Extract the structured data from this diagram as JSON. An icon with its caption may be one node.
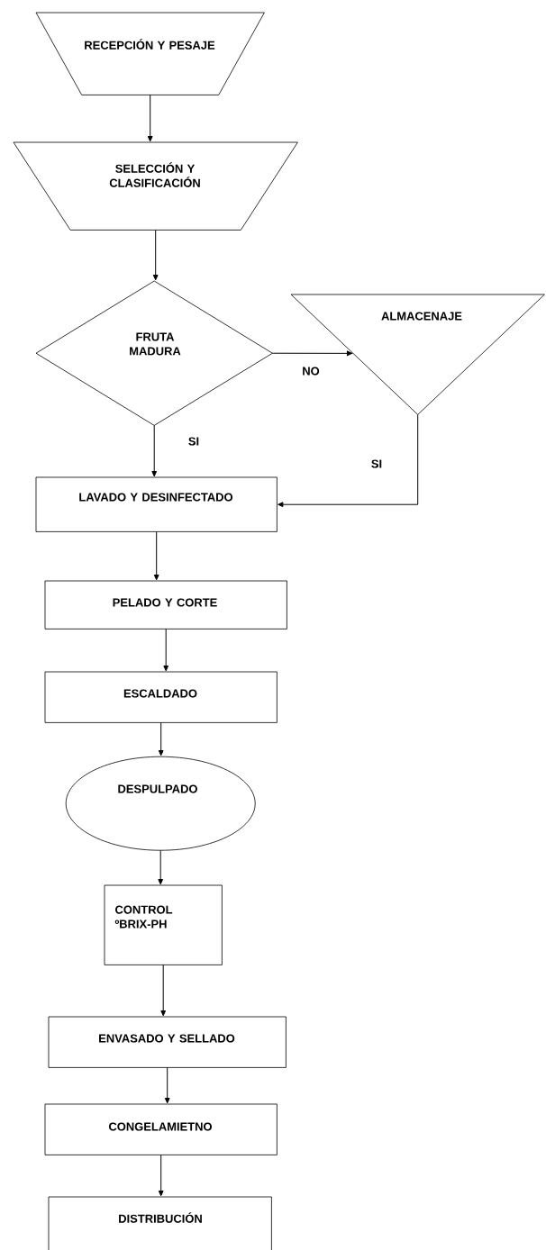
{
  "diagram": {
    "nodes": [
      {
        "text": [
          "RECEPCIÓN Y PESAJE"
        ]
      },
      {
        "text": [
          "SELECCIÓN Y CLASIFICACIÓN"
        ]
      },
      {
        "text": [
          "FRUTA MADURA"
        ]
      },
      {
        "text": [
          "ALMACENAJE"
        ]
      },
      {
        "text": [
          "LAVADO Y DESINFECTADO"
        ]
      },
      {
        "text": [
          "PELADO Y CORTE"
        ]
      },
      {
        "text": [
          "ESCALDADO"
        ]
      },
      {
        "text": [
          "DESPULPADO"
        ]
      },
      {
        "text": [
          "CONTROL ºBRIX-PH"
        ]
      },
      {
        "text": [
          "ENVASADO Y SELLADO"
        ]
      },
      {
        "text": [
          "CONGELAMIETNO"
        ]
      },
      {
        "text": [
          "DISTRIBUCIÓN"
        ]
      }
    ],
    "edges": [
      {
        "from": 0,
        "to": 1,
        "arrow": "to"
      },
      {
        "from": 1,
        "to": 2,
        "arrow": "to"
      },
      {
        "from": 2,
        "to": 3,
        "arrow": "to",
        "label": "NO"
      },
      {
        "from": 2,
        "to": 4,
        "arrow": "to",
        "label": "SI"
      },
      {
        "from": 3,
        "to": 4,
        "arrow": "to",
        "label": "SI"
      },
      {
        "from": 4,
        "to": 5,
        "arrow": "to"
      },
      {
        "from": 5,
        "to": 6,
        "arrow": "to"
      },
      {
        "from": 6,
        "to": 7,
        "arrow": "to"
      },
      {
        "from": 7,
        "to": 8,
        "arrow": "to"
      },
      {
        "from": 8,
        "to": 9,
        "arrow": "to"
      },
      {
        "from": 9,
        "to": 10,
        "arrow": "to"
      },
      {
        "from": 10,
        "to": 11,
        "arrow": "to"
      }
    ]
  }
}
